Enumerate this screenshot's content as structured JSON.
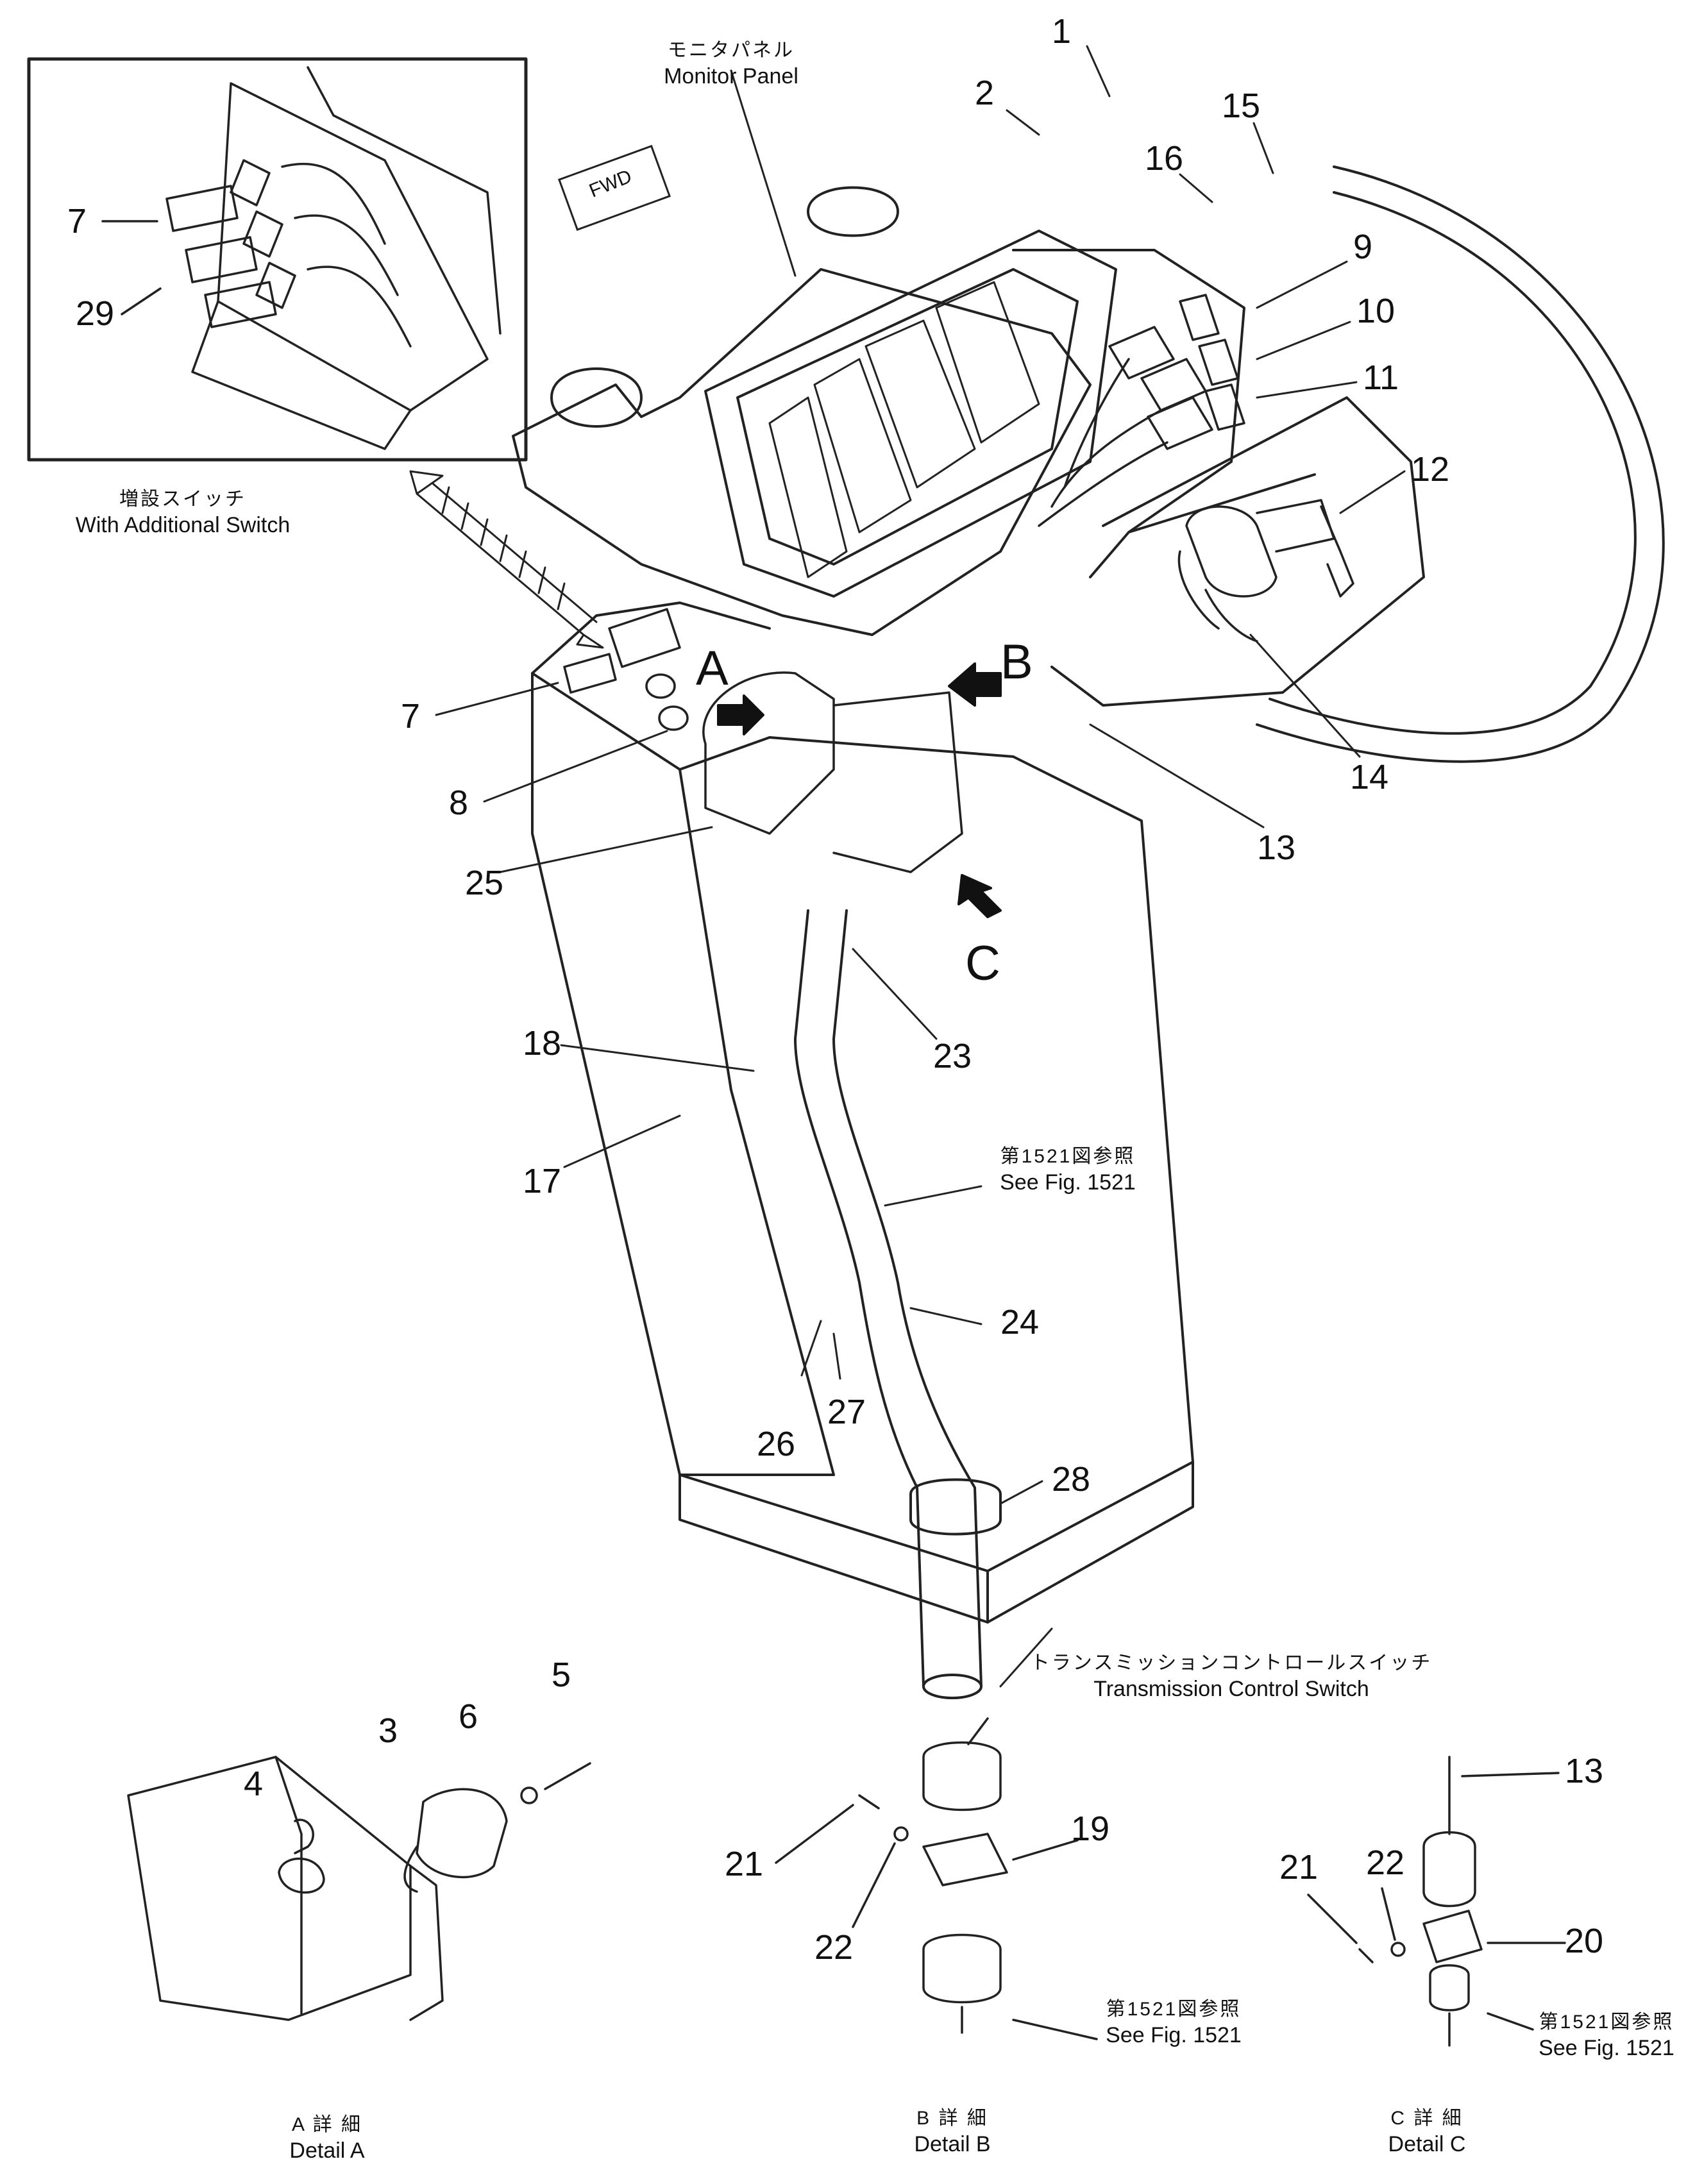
{
  "diagram": {
    "callouts": [
      "1",
      "2",
      "3",
      "4",
      "5",
      "6",
      "7",
      "8",
      "9",
      "10",
      "11",
      "12",
      "13",
      "14",
      "15",
      "16",
      "17",
      "18",
      "19",
      "20",
      "21",
      "22",
      "23",
      "24",
      "25",
      "26",
      "27",
      "28",
      "29"
    ],
    "inset": {
      "caption_ja": "増設スイッチ",
      "caption_en": "With Additional Switch",
      "callout_7": "7",
      "callout_29": "29"
    },
    "monitor_panel": {
      "ja": "モニタパネル",
      "en": "Monitor Panel"
    },
    "fwd_label": "FWD",
    "view_letters": {
      "a": "A",
      "b": "B",
      "c": "C"
    },
    "see_fig_main": {
      "ja": "第1521図参照",
      "en": "See Fig. 1521"
    },
    "transmission_switch": {
      "ja": "トランスミッションコントロールスイッチ",
      "en": "Transmission Control Switch"
    },
    "see_fig_b": {
      "ja": "第1521図参照",
      "en": "See Fig. 1521"
    },
    "see_fig_c": {
      "ja": "第1521図参照",
      "en": "See Fig. 1521"
    },
    "detail_a": {
      "ja": "A 詳 細",
      "en": "Detail A"
    },
    "detail_b": {
      "ja": "B 詳 細",
      "en": "Detail B"
    },
    "detail_c": {
      "ja": "C 詳 細",
      "en": "Detail C"
    }
  }
}
